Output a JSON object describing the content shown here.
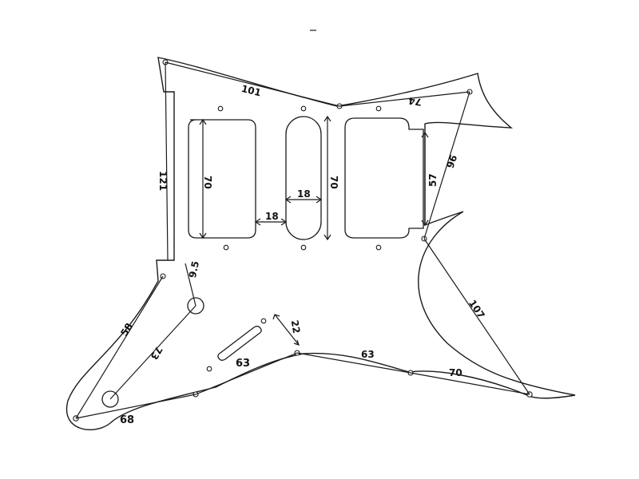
{
  "diagram": {
    "colors": {
      "line": "#1a1a1a",
      "background": "#ffffff"
    },
    "dimensions": {
      "top_left_to_center": "101",
      "center_to_top_right": "74",
      "left_edge_height": "121",
      "neck_pickup_height": "70",
      "middle_pickup_height": "70",
      "neck_to_middle_gap": "18",
      "middle_pickup_width": "18",
      "bridge_pickup_height": "57",
      "top_right_to_bridge_side": "96",
      "bridge_side_to_bottom_right": "107",
      "small_hole_offset": "9.5",
      "left_side_to_lower_left": "58",
      "lower_left_to_hole": "73",
      "bottom_left_edge": "68",
      "switch_slot_length": "22",
      "switch_to_lower_left": "63",
      "switch_to_right": "63",
      "lower_right_edge": "70"
    }
  }
}
